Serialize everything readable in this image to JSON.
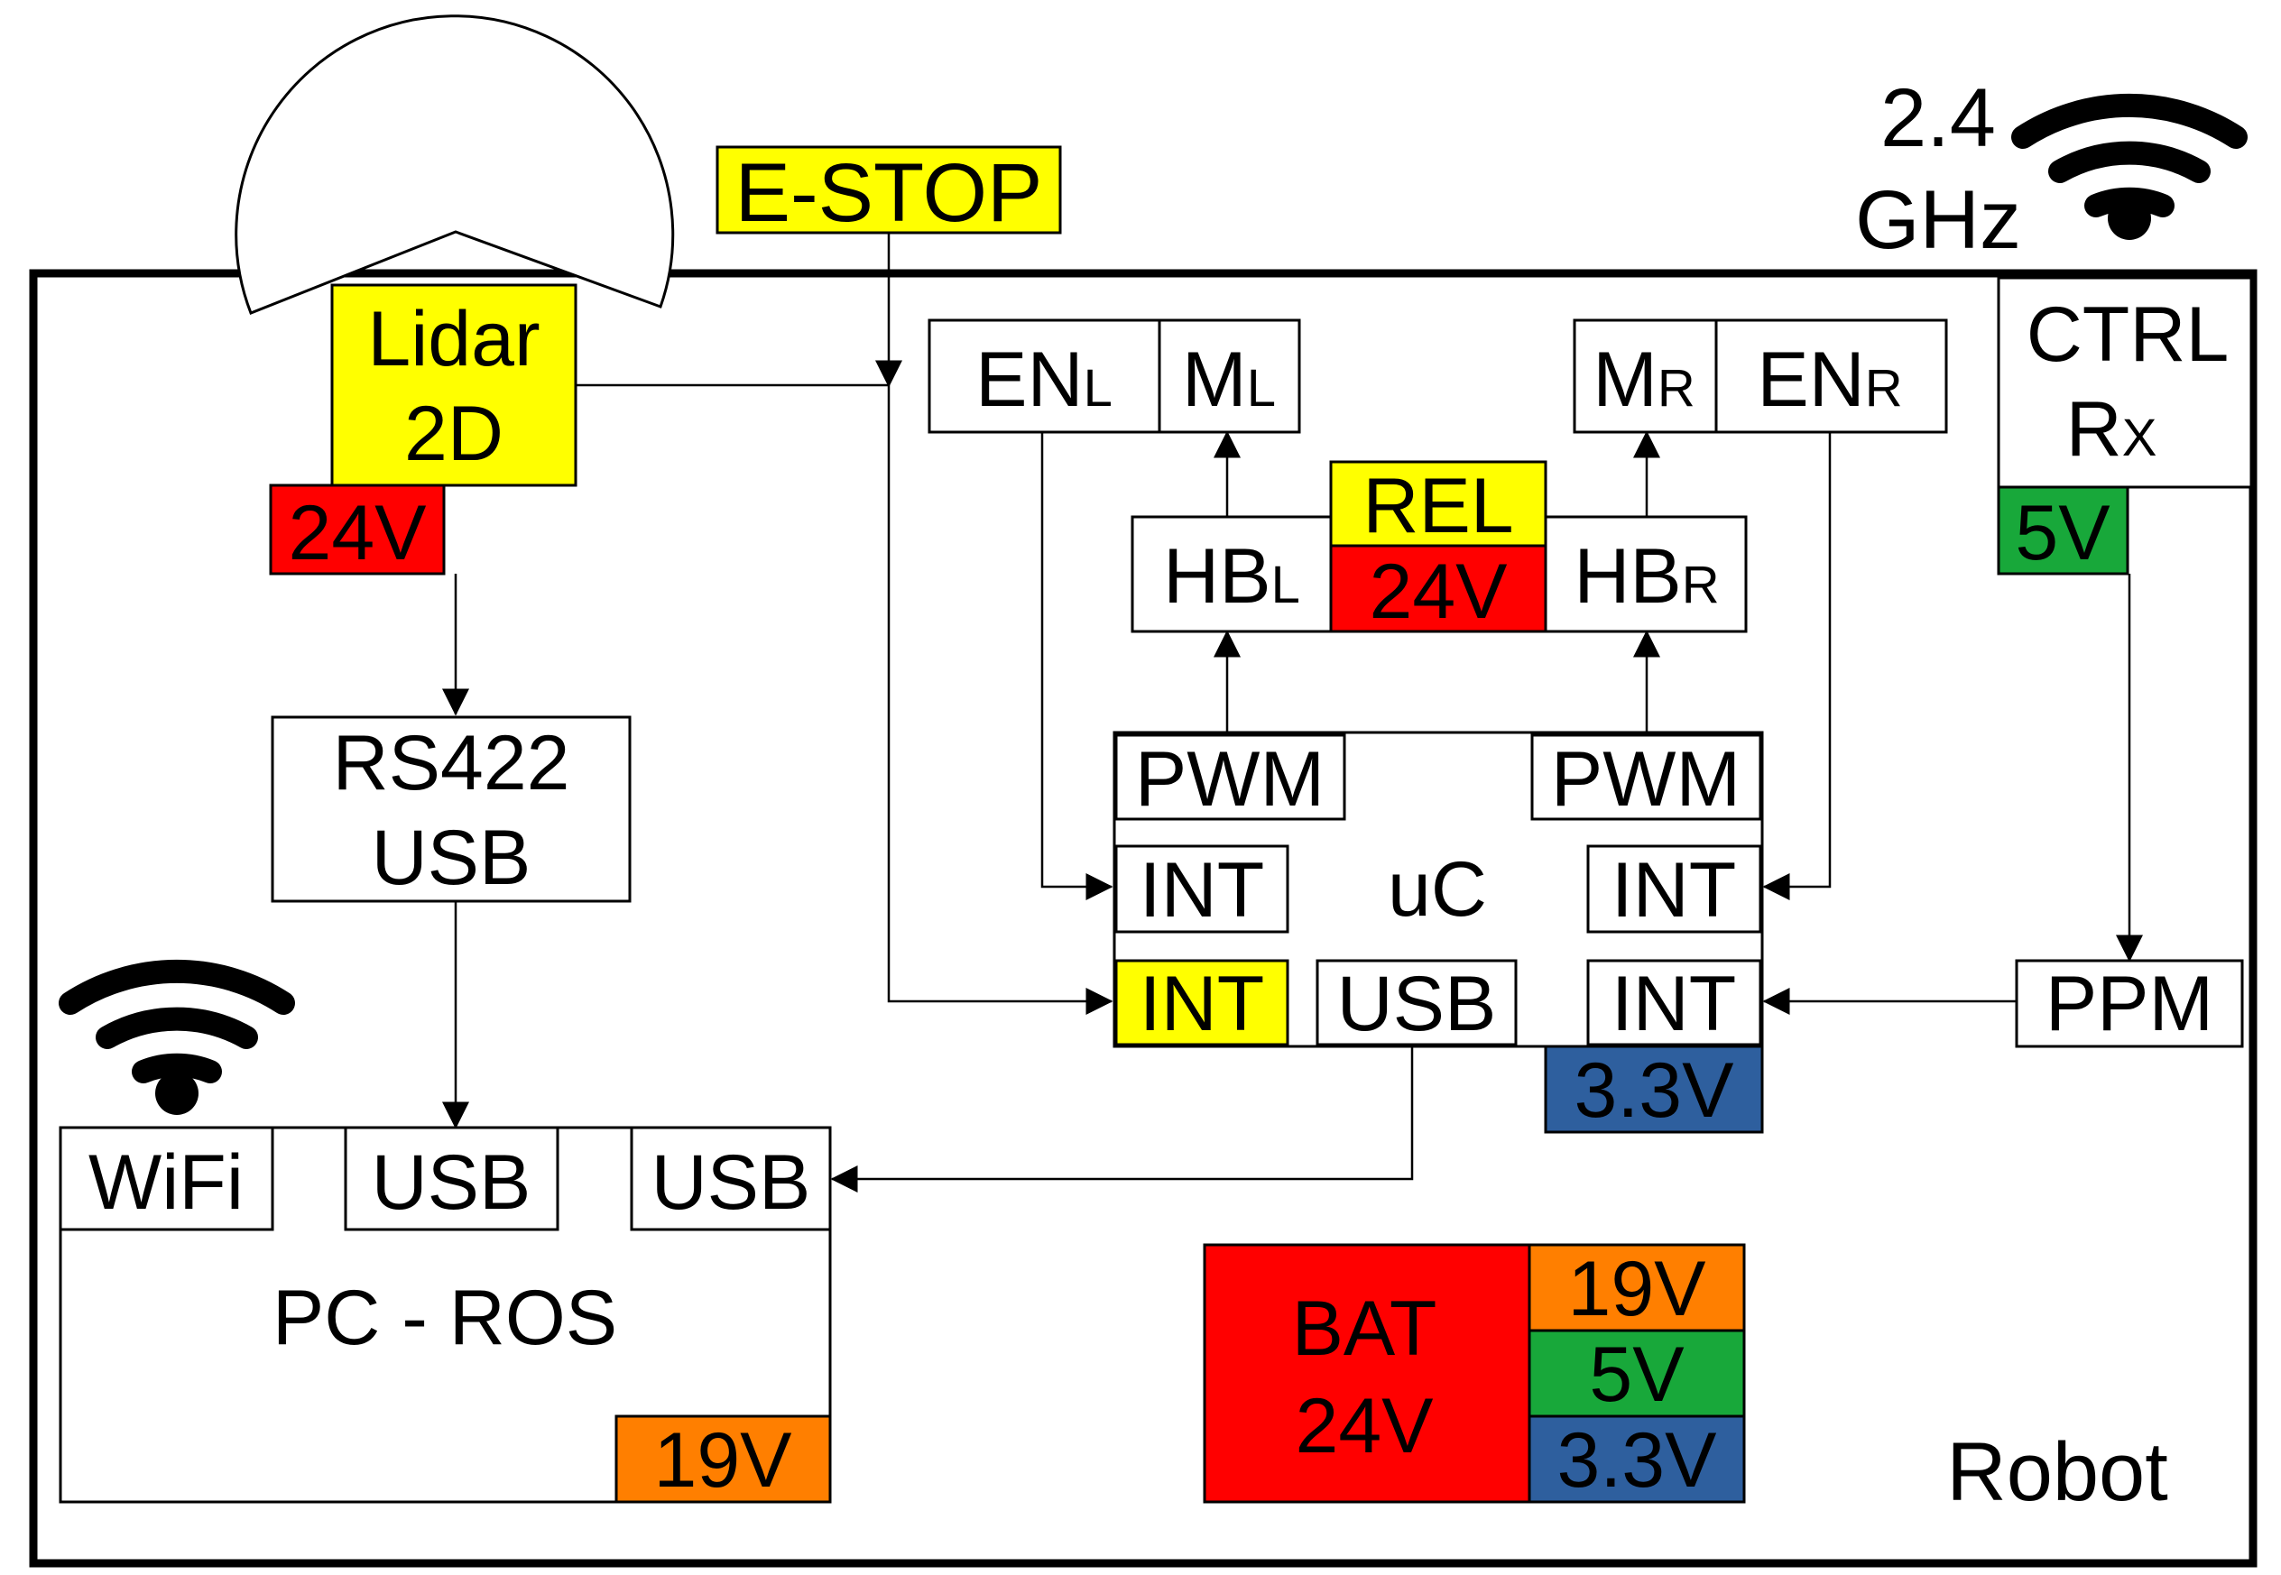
{
  "colors": {
    "yellow": "#ffff00",
    "red": "#ff0000",
    "green": "#18a83a",
    "orange": "#ff7f00",
    "blue": "#2e5f9e",
    "line": "#000000",
    "background": "#ffffff"
  },
  "frame_label": "Robot",
  "wireless": {
    "freq_value": "2.4",
    "freq_unit": "GHz",
    "icon": "wifi-icon"
  },
  "estop": {
    "label": "E-STOP"
  },
  "lidar": {
    "line1": "Lidar",
    "line2": "2D",
    "voltage": "24V",
    "dome": "lidar-dome-icon"
  },
  "rs422": {
    "line1": "RS422",
    "line2": "USB"
  },
  "pc": {
    "label": "PC - ROS",
    "ports": [
      "WiFi",
      "USB",
      "USB"
    ],
    "voltage": "19V",
    "wifi_icon": "wifi-icon"
  },
  "ctrl": {
    "line1": "CTRL",
    "line2_main": "R",
    "line2_sub": "X",
    "voltage": "5V"
  },
  "motors": {
    "left": {
      "en_main": "EN",
      "en_sub": "L",
      "m_main": "M",
      "m_sub": "L"
    },
    "right": {
      "m_main": "M",
      "m_sub": "R",
      "en_main": "EN",
      "en_sub": "R"
    }
  },
  "hbridge": {
    "left_main": "HB",
    "left_sub": "L",
    "right_main": "HB",
    "right_sub": "R",
    "relay": "REL",
    "voltage": "24V"
  },
  "uc": {
    "label": "uC",
    "pwm_left": "PWM",
    "pwm_right": "PWM",
    "int_left_top": "INT",
    "int_right_top": "INT",
    "int_left_bottom": "INT",
    "usb": "USB",
    "int_right_bottom": "INT",
    "voltage": "3.3V"
  },
  "ppm": {
    "label": "PPM"
  },
  "battery": {
    "line1": "BAT",
    "line2": "24V",
    "outputs": [
      "19V",
      "5V",
      "3.3V"
    ]
  }
}
